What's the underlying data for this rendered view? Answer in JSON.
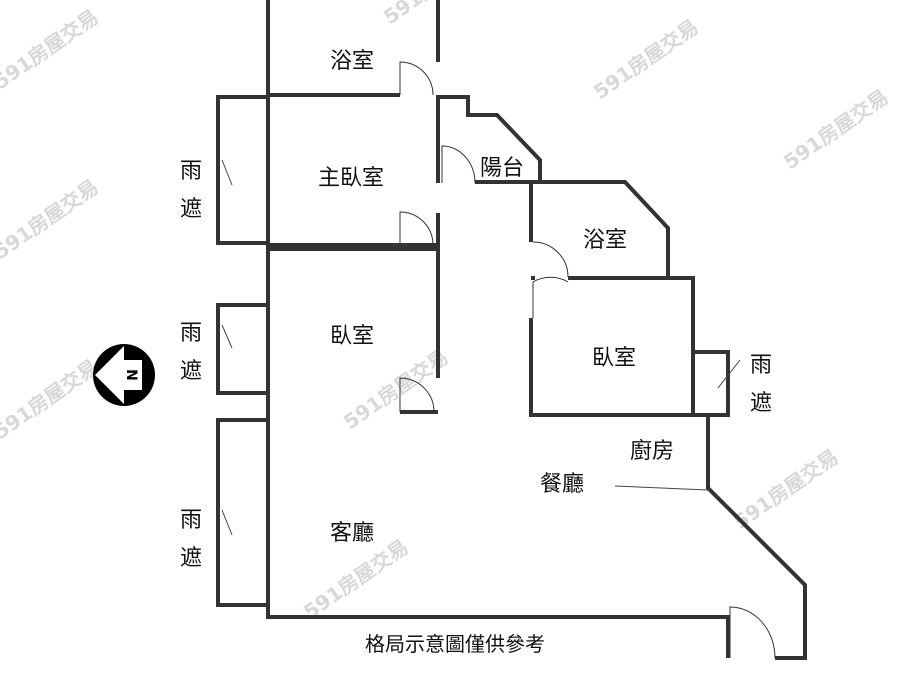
{
  "rooms": {
    "bath_top": "浴室",
    "master_bedroom": "主臥室",
    "balcony": "陽台",
    "bath_right": "浴室",
    "bedroom_left": "臥室",
    "bedroom_right": "臥室",
    "kitchen": "廚房",
    "dining": "餐廳",
    "living": "客廳",
    "rain_shelter_char1": "雨",
    "rain_shelter_char2": "遮"
  },
  "compass": {
    "label": "N",
    "direction": "left"
  },
  "caption": "格局示意圖僅供參考",
  "watermark": "591房屋交易",
  "colors": {
    "wall": "#333333",
    "background": "#ffffff",
    "watermark": "#d8d8d8"
  }
}
